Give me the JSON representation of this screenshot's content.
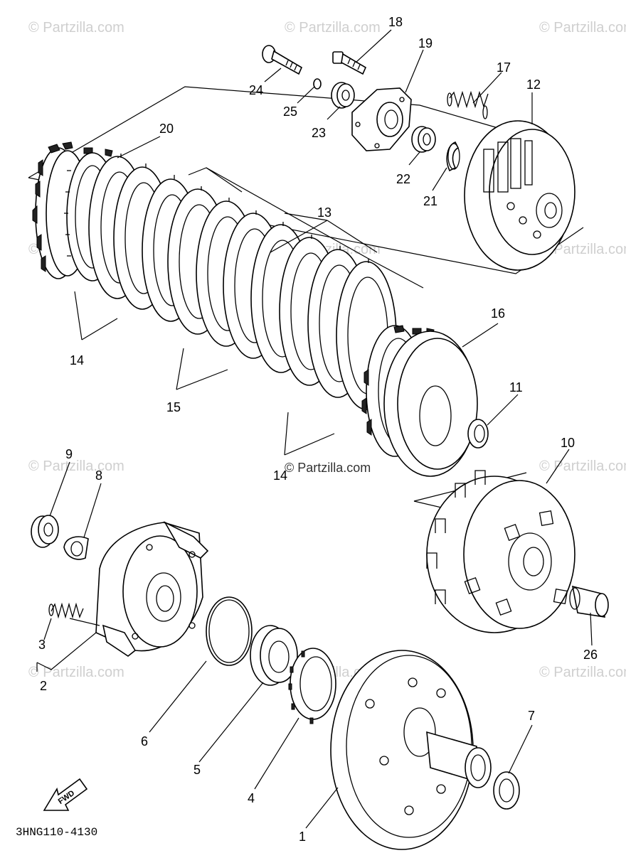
{
  "watermark": {
    "text": "© Partzilla.com",
    "center_text": "© Partzilla.com"
  },
  "diagram_code": "3HNG110-4130",
  "fwd_label": "FWD",
  "callouts": {
    "c1": "1",
    "c2": "2",
    "c3": "3",
    "c4": "4",
    "c5": "5",
    "c6": "6",
    "c7": "7",
    "c8": "8",
    "c9": "9",
    "c10": "10",
    "c11": "11",
    "c12": "12",
    "c13": "13",
    "c14a": "14",
    "c14b": "14",
    "c15": "15",
    "c16": "16",
    "c17": "17",
    "c18": "18",
    "c19": "19",
    "c20": "20",
    "c21": "21",
    "c22": "22",
    "c23": "23",
    "c24": "24",
    "c25": "25",
    "c26": "26"
  }
}
